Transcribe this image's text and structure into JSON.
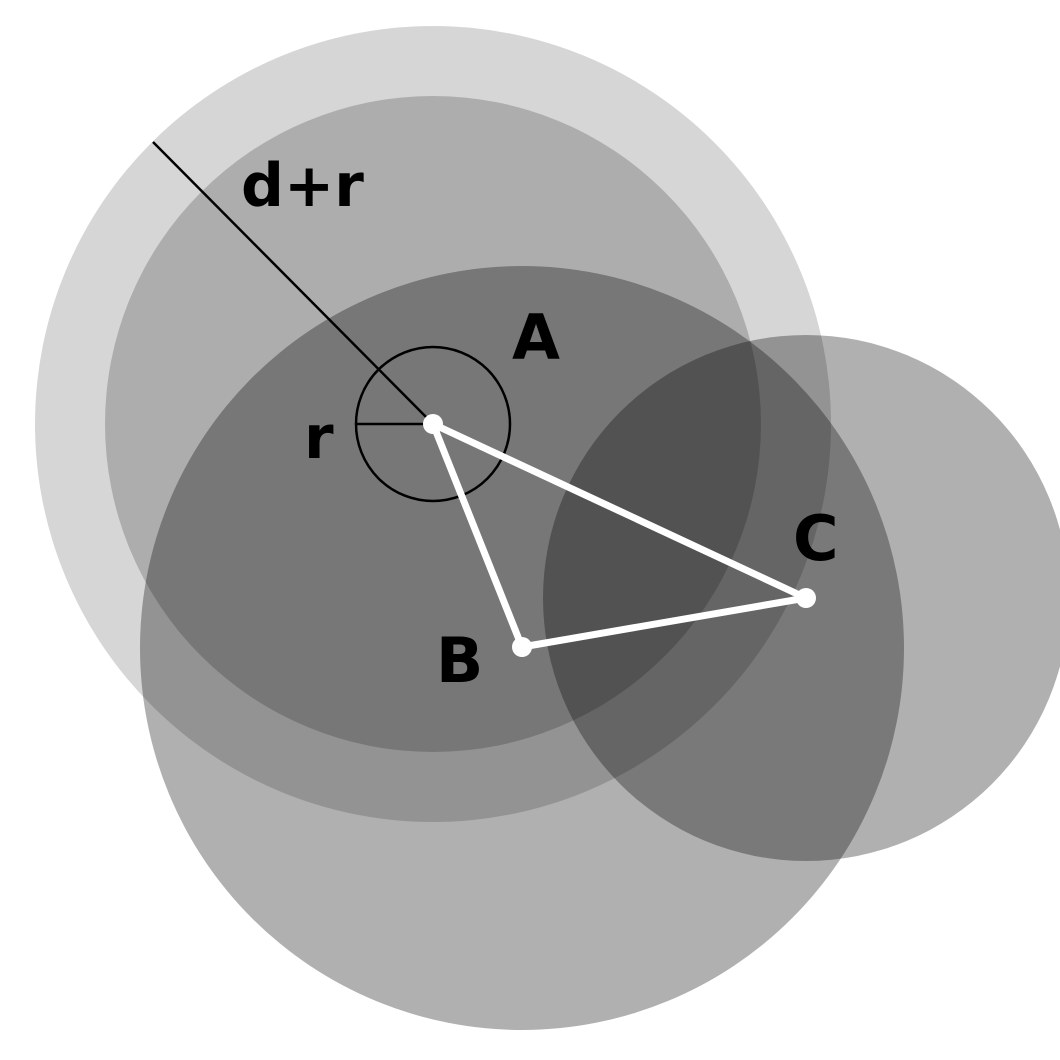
{
  "labels": {
    "distance": "d+r",
    "point_a": "A",
    "point_b": "B",
    "point_c": "C",
    "radius": "r"
  },
  "colors": {
    "background": "#ffffff",
    "circle_fill": "#000000",
    "triangle_stroke": "#ffffff",
    "ring_stroke": "#000000",
    "label": "#000000"
  },
  "circle_opacities": {
    "outer_a": 0.16,
    "inner_a": 0.19,
    "circle_b": 0.31,
    "circle_c": 0.31
  }
}
